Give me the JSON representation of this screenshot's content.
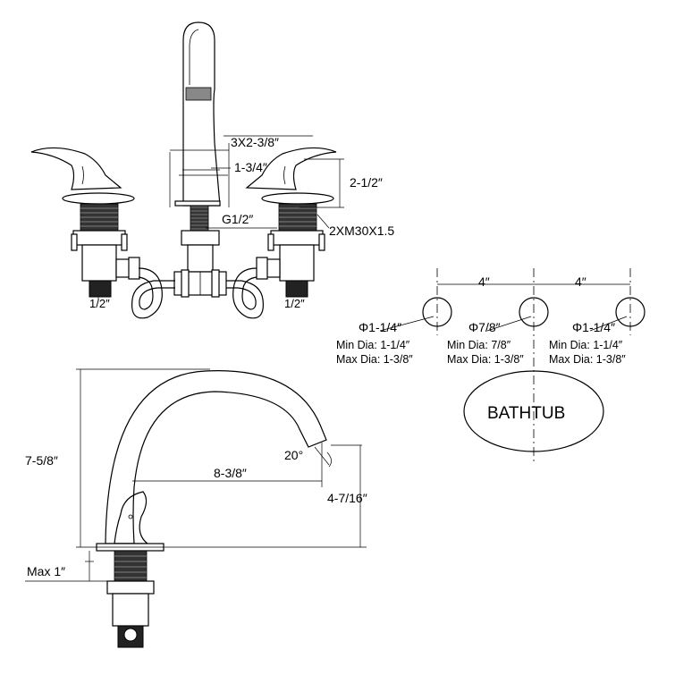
{
  "top_view": {
    "dim_width_spout": "3X2-3/8″",
    "dim_base": "1-3/4″",
    "dim_height": "2-1/2″",
    "thread_center": "G1/2″",
    "thread_side": "2XM30X1.5",
    "inlet_left": "1/2″",
    "inlet_right": "1/2″"
  },
  "hole_layout": {
    "spacing_left": "4″",
    "spacing_right": "4″",
    "holes": [
      {
        "dia": "Φ1-1/4″",
        "min": "Min Dia: 1-1/4″",
        "max": "Max Dia: 1-3/8″"
      },
      {
        "dia": "Φ7/8″",
        "min": "Min Dia: 7/8″",
        "max": "Max Dia: 1-3/8″"
      },
      {
        "dia": "Φ1-1/4″",
        "min": "Min Dia: 1-1/4″",
        "max": "Max Dia: 1-3/8″"
      }
    ],
    "bathtub_label": "BATHTUB"
  },
  "side_view": {
    "dim_total_height": "7-5/8″",
    "dim_reach": "8-3/8″",
    "dim_spout_height": "4-7/16″",
    "angle": "20°",
    "max_deck": "Max 1″"
  }
}
